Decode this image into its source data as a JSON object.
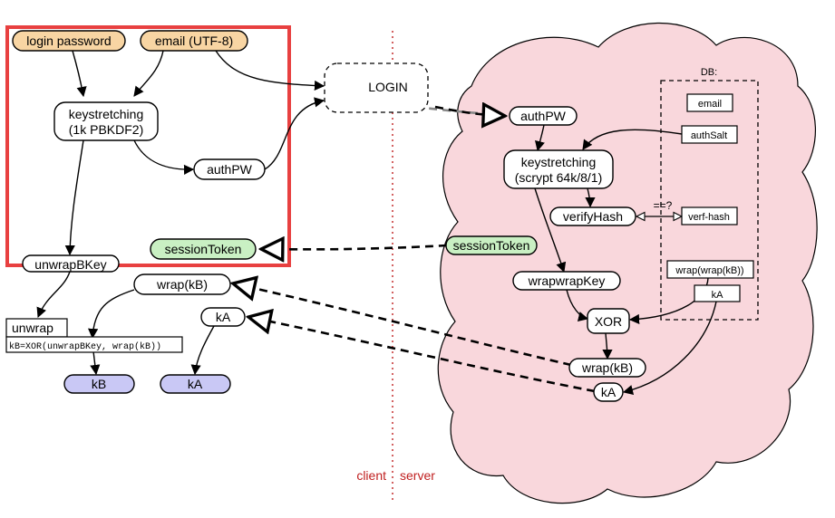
{
  "colors": {
    "input_fill": "#f8d5a3",
    "output_fill": "#c9c8f5",
    "token_fill": "#c9f0c3",
    "server_cloud": "#f9d7dc",
    "highlight_box": "#e84040",
    "divider": "#c02020",
    "node_fill": "#ffffff"
  },
  "nodes": {
    "login_password": "login password",
    "email": "email (UTF-8)",
    "keystretching_client_line1": "keystretching",
    "keystretching_client_line2": "(1k PBKDF2)",
    "authpw_client": "authPW",
    "session_token_client": "sessionToken",
    "unwrapbkey": "unwrapBKey",
    "wrap_kb_client": "wrap(kB)",
    "ka_client": "kA",
    "unwrap_title": "unwrap",
    "unwrap_formula": "kB=XOR(unwrapBKey, wrap(kB))",
    "kb_out": "kB",
    "ka_out": "kA",
    "login": "LOGIN",
    "authpw_server": "authPW",
    "keystretching_server_line1": "keystretching",
    "keystretching_server_line2": "(scrypt 64k/8/1)",
    "verifyhash": "verifyHash",
    "session_token_server": "sessionToken",
    "wrapwrapkey": "wrapwrapKey",
    "xor": "XOR",
    "wrap_kb_server": "wrap(kB)",
    "ka_server": "kA",
    "compare": "==?"
  },
  "db": {
    "title": "DB:",
    "email": "email",
    "authsalt": "authSalt",
    "verfhash": "verf-hash",
    "wrapwrap": "wrap(wrap(kB))",
    "ka": "kA"
  },
  "divider_labels": {
    "client": "client",
    "server": "server"
  }
}
